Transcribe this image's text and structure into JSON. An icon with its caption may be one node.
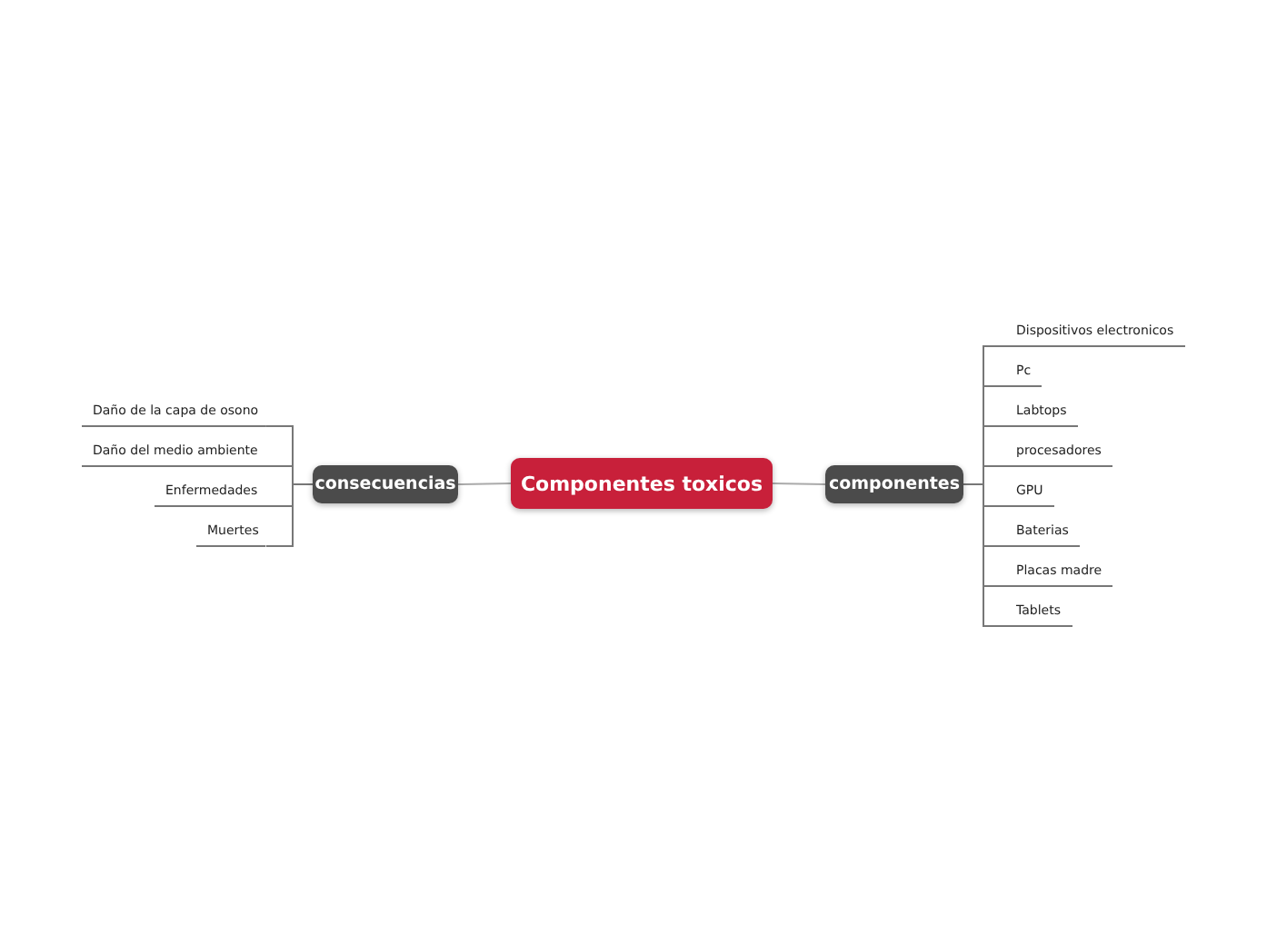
{
  "diagram": {
    "nodes": [
      {
        "text": [
          "Componentes toxicos"
        ]
      },
      {
        "text": [
          "componentes"
        ]
      },
      {
        "text": [
          "consecuencias"
        ]
      },
      {
        "text": [
          "Dispositivos electronicos"
        ]
      },
      {
        "text": [
          "Pc"
        ]
      },
      {
        "text": [
          "Labtops"
        ]
      },
      {
        "text": [
          "procesadores"
        ]
      },
      {
        "text": [
          "GPU"
        ]
      },
      {
        "text": [
          "Baterias"
        ]
      },
      {
        "text": [
          "Placas madre"
        ]
      },
      {
        "text": [
          "Tablets"
        ]
      },
      {
        "text": [
          "Daño de la capa de osono"
        ]
      },
      {
        "text": [
          "Daño del medio ambiente"
        ]
      },
      {
        "text": [
          "Enfermedades"
        ]
      },
      {
        "text": [
          "Muertes"
        ]
      }
    ],
    "edges": [
      {
        "from": 0,
        "to": 1,
        "arrow": "none"
      },
      {
        "from": 0,
        "to": 2,
        "arrow": "none"
      },
      {
        "from": 1,
        "to": 3,
        "arrow": "none"
      },
      {
        "from": 1,
        "to": 4,
        "arrow": "none"
      },
      {
        "from": 1,
        "to": 5,
        "arrow": "none"
      },
      {
        "from": 1,
        "to": 6,
        "arrow": "none"
      },
      {
        "from": 1,
        "to": 7,
        "arrow": "none"
      },
      {
        "from": 1,
        "to": 8,
        "arrow": "none"
      },
      {
        "from": 1,
        "to": 9,
        "arrow": "none"
      },
      {
        "from": 1,
        "to": 10,
        "arrow": "none"
      },
      {
        "from": 2,
        "to": 11,
        "arrow": "none"
      },
      {
        "from": 2,
        "to": 12,
        "arrow": "none"
      },
      {
        "from": 2,
        "to": 13,
        "arrow": "none"
      },
      {
        "from": 2,
        "to": 14,
        "arrow": "none"
      }
    ]
  }
}
